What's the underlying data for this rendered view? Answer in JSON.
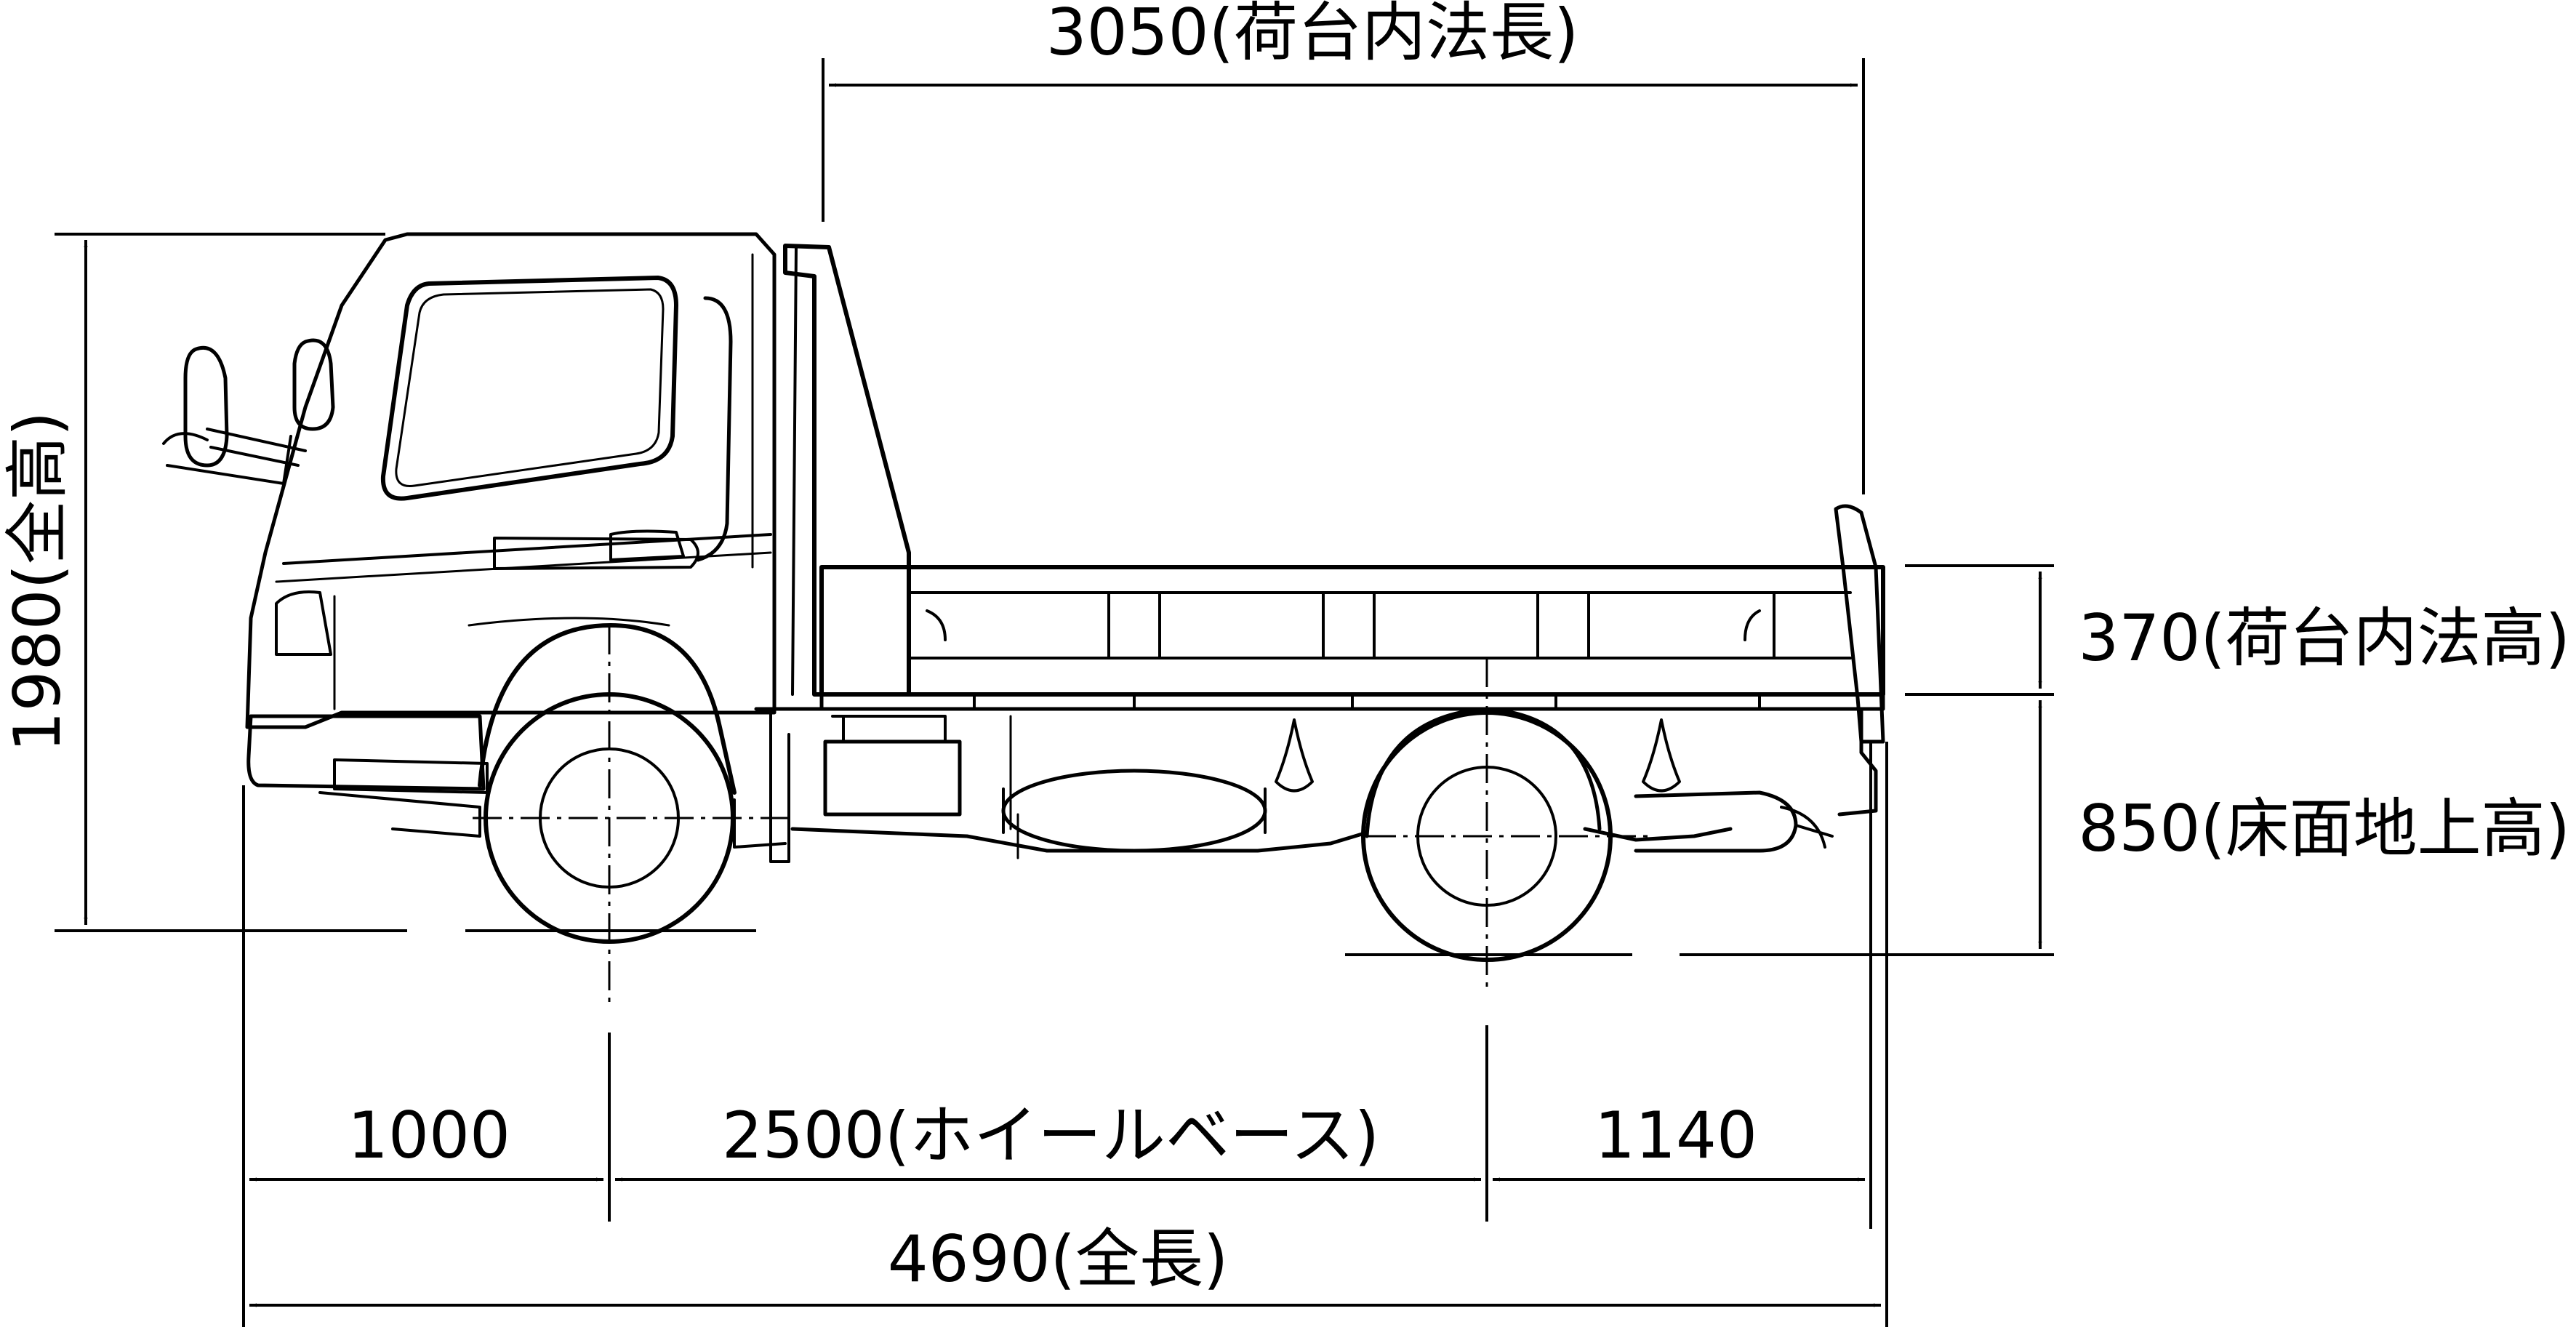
{
  "dimensions": {
    "bed_inner_length": "3050(荷台内法長)",
    "overall_height": "1980(全高)",
    "bed_inner_height": "370(荷台内法高)",
    "floor_height": "850(床面地上高)",
    "front_overhang": "1000",
    "wheelbase": "2500(ホイールベース)",
    "rear_overhang": "1140",
    "overall_length": "4690(全長)"
  },
  "colors": {
    "ink": "#000000",
    "paper": "#ffffff"
  }
}
